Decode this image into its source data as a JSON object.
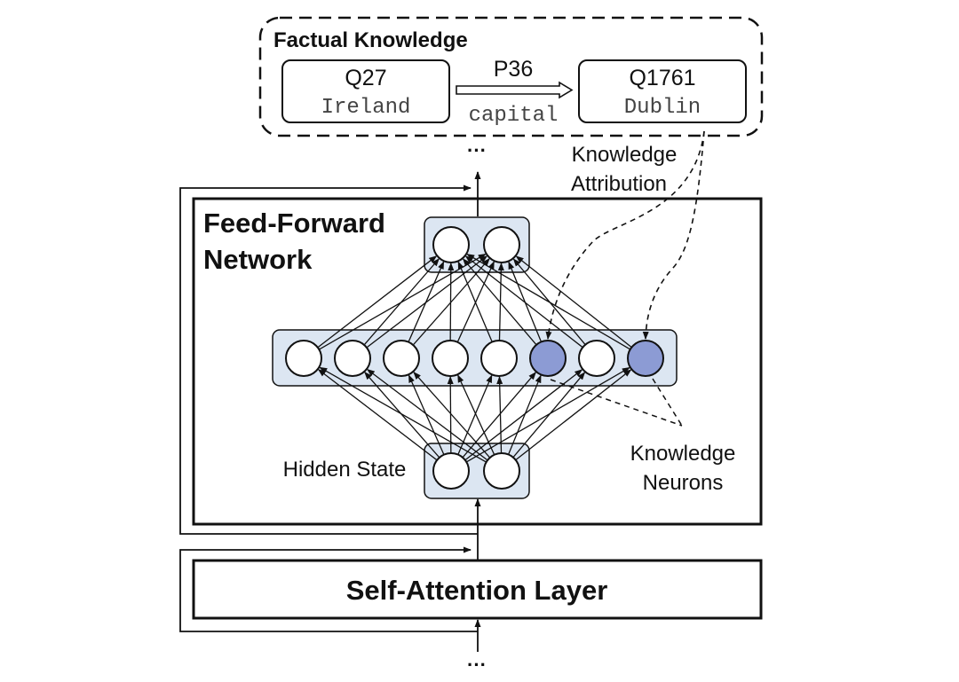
{
  "factual_knowledge": {
    "title": "Factual Knowledge",
    "subject": {
      "id": "Q27",
      "name": "Ireland"
    },
    "relation": {
      "id": "P36",
      "name": "capital"
    },
    "object": {
      "id": "Q1761",
      "name": "Dublin"
    }
  },
  "ellipsis_top": "···",
  "ellipsis_bottom": "···",
  "attribution": {
    "line1": "Knowledge",
    "line2": "Attribution"
  },
  "ffn": {
    "title_line1": "Feed-Forward",
    "title_line2": "Network",
    "hidden_state_label": "Hidden State",
    "output_neuron_count": 2,
    "intermediate_neuron_count": 8,
    "input_neuron_count": 2,
    "knowledge_neuron_indices": [
      5,
      7
    ]
  },
  "knowledge_neurons": {
    "line1": "Knowledge",
    "line2": "Neurons"
  },
  "self_attention": {
    "label": "Self-Attention Layer"
  },
  "colors": {
    "stroke": "#111111",
    "layer_fill": "#dce6f2",
    "neuron_fill": "#ffffff",
    "knowledge_neuron_fill": "#8c9bd4"
  }
}
